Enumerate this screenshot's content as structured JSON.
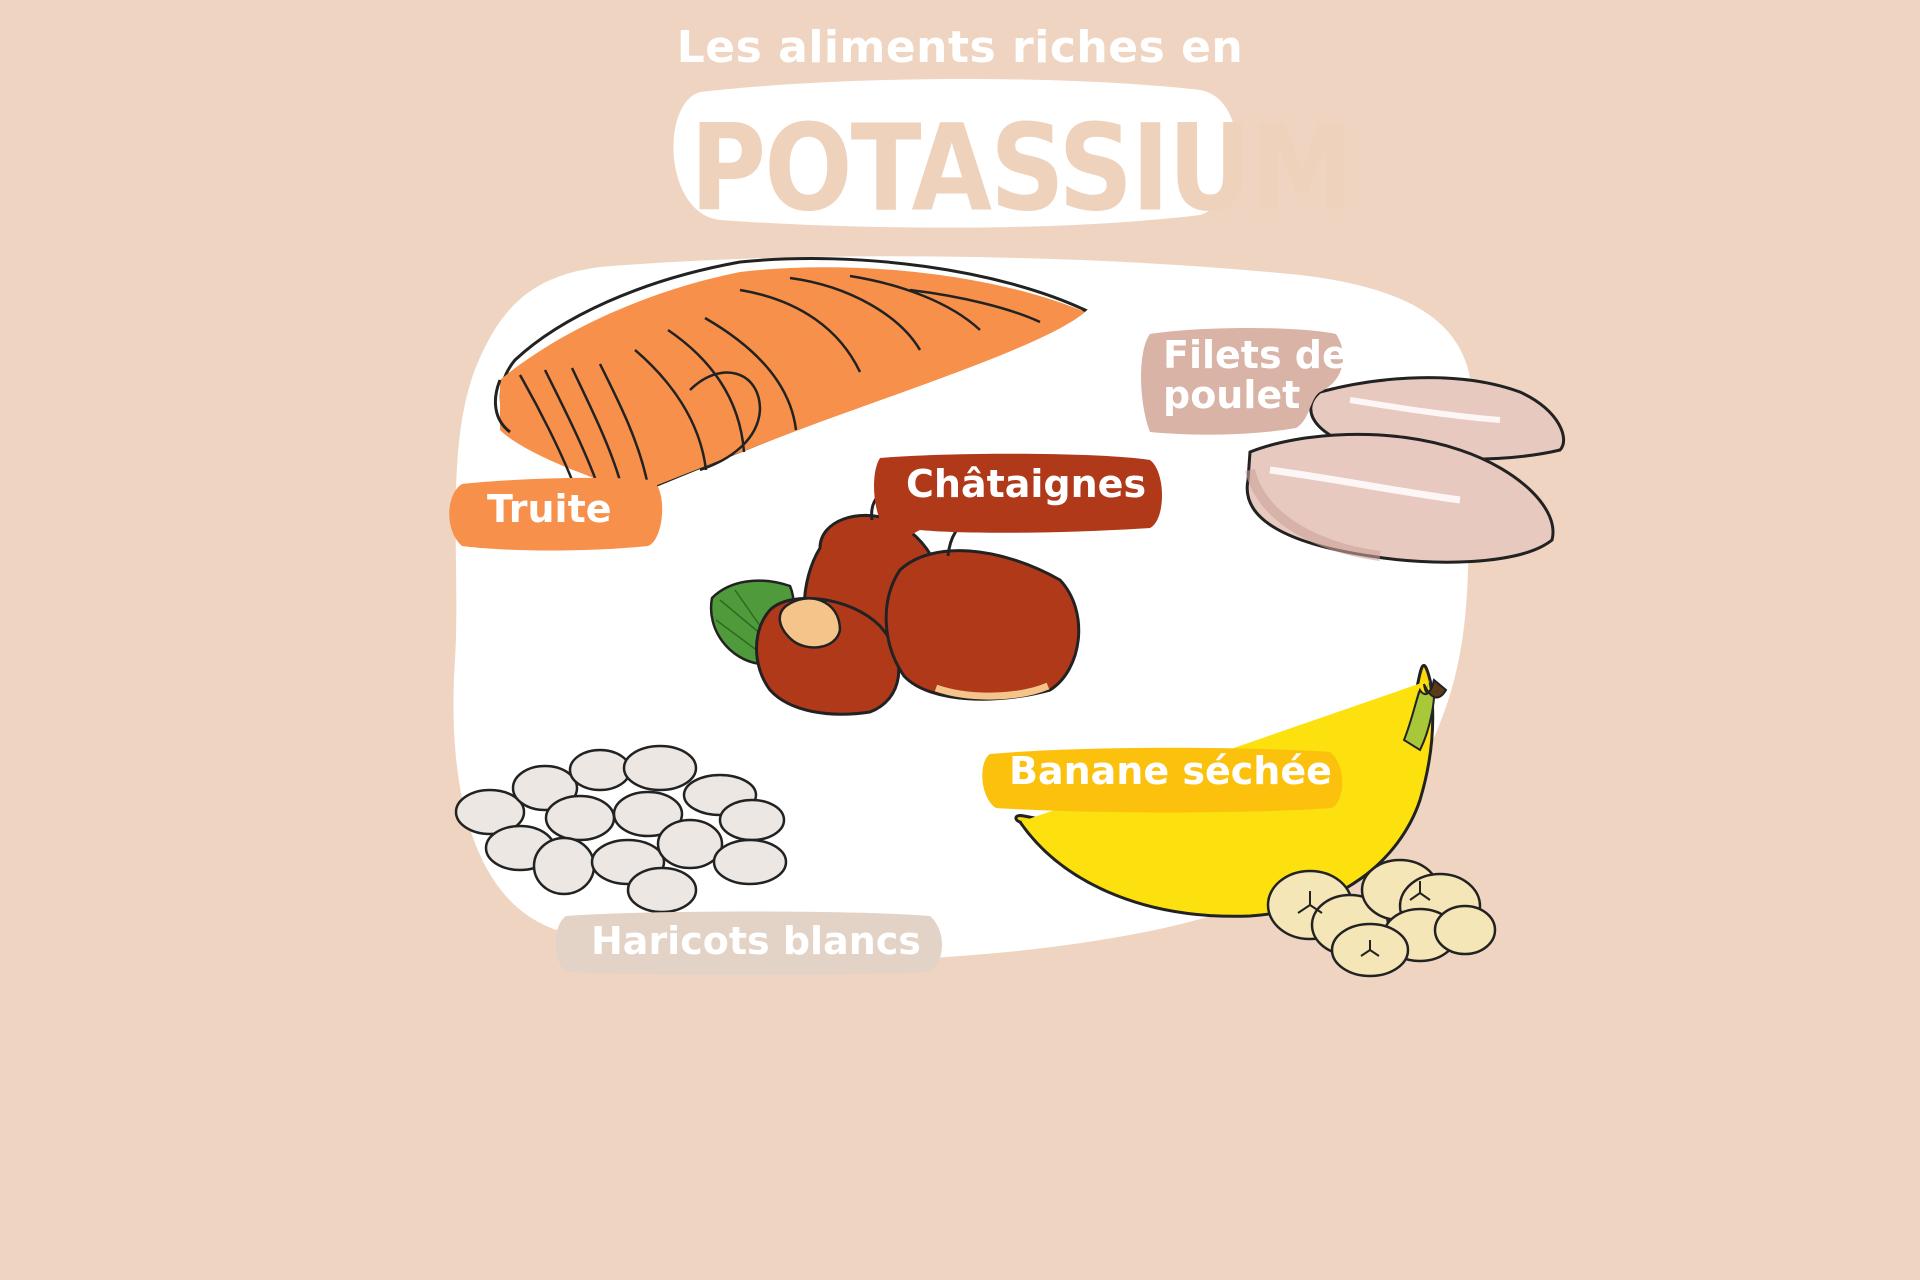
{
  "header": {
    "subtitle": "Les aliments riches en",
    "title": "POTASSIUM"
  },
  "labels": {
    "trout": "Truite",
    "chestnuts": "Châtaignes",
    "chicken": "Filets de poulet",
    "banana": "Banane séchée",
    "beans": "Haricots blancs"
  },
  "colors": {
    "background": "#efd5c1",
    "panel": "#ffffff",
    "trout": "#f7904a",
    "chestnut": "#b0391a",
    "chicken_label": "#d9b3a5",
    "banana_label": "#fcc10d",
    "beans_label": "#e3d2c6"
  }
}
